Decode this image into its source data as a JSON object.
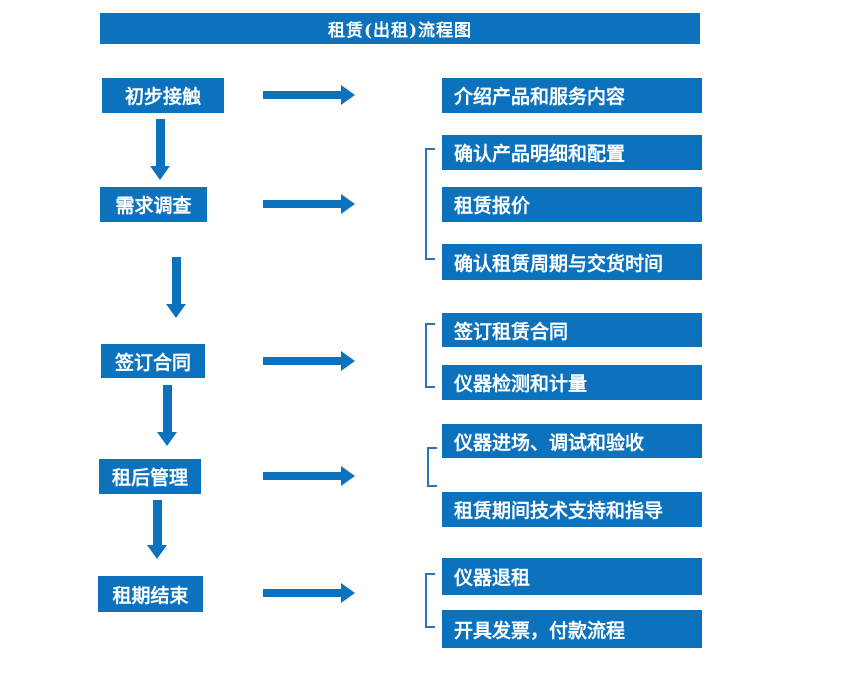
{
  "title": "租赁(出租)流程图",
  "colors": {
    "primary": "#0d72be",
    "bracket": "#2e74b5",
    "text": "#ffffff",
    "background": "#ffffff"
  },
  "groups": [
    {
      "step": "初步接触",
      "items": [
        "介绍产品和服务内容"
      ]
    },
    {
      "step": "需求调查",
      "items": [
        "确认产品明细和配置",
        "租赁报价",
        "确认租赁周期与交货时间"
      ]
    },
    {
      "step": "签订合同",
      "items": [
        "签订租赁合同",
        "仪器检测和计量"
      ]
    },
    {
      "step": "租后管理",
      "items": [
        "仪器进场、调试和验收",
        "租赁期间技术支持和指导"
      ]
    },
    {
      "step": "租期结束",
      "items": [
        "仪器退租",
        "开具发票，付款流程"
      ]
    }
  ]
}
